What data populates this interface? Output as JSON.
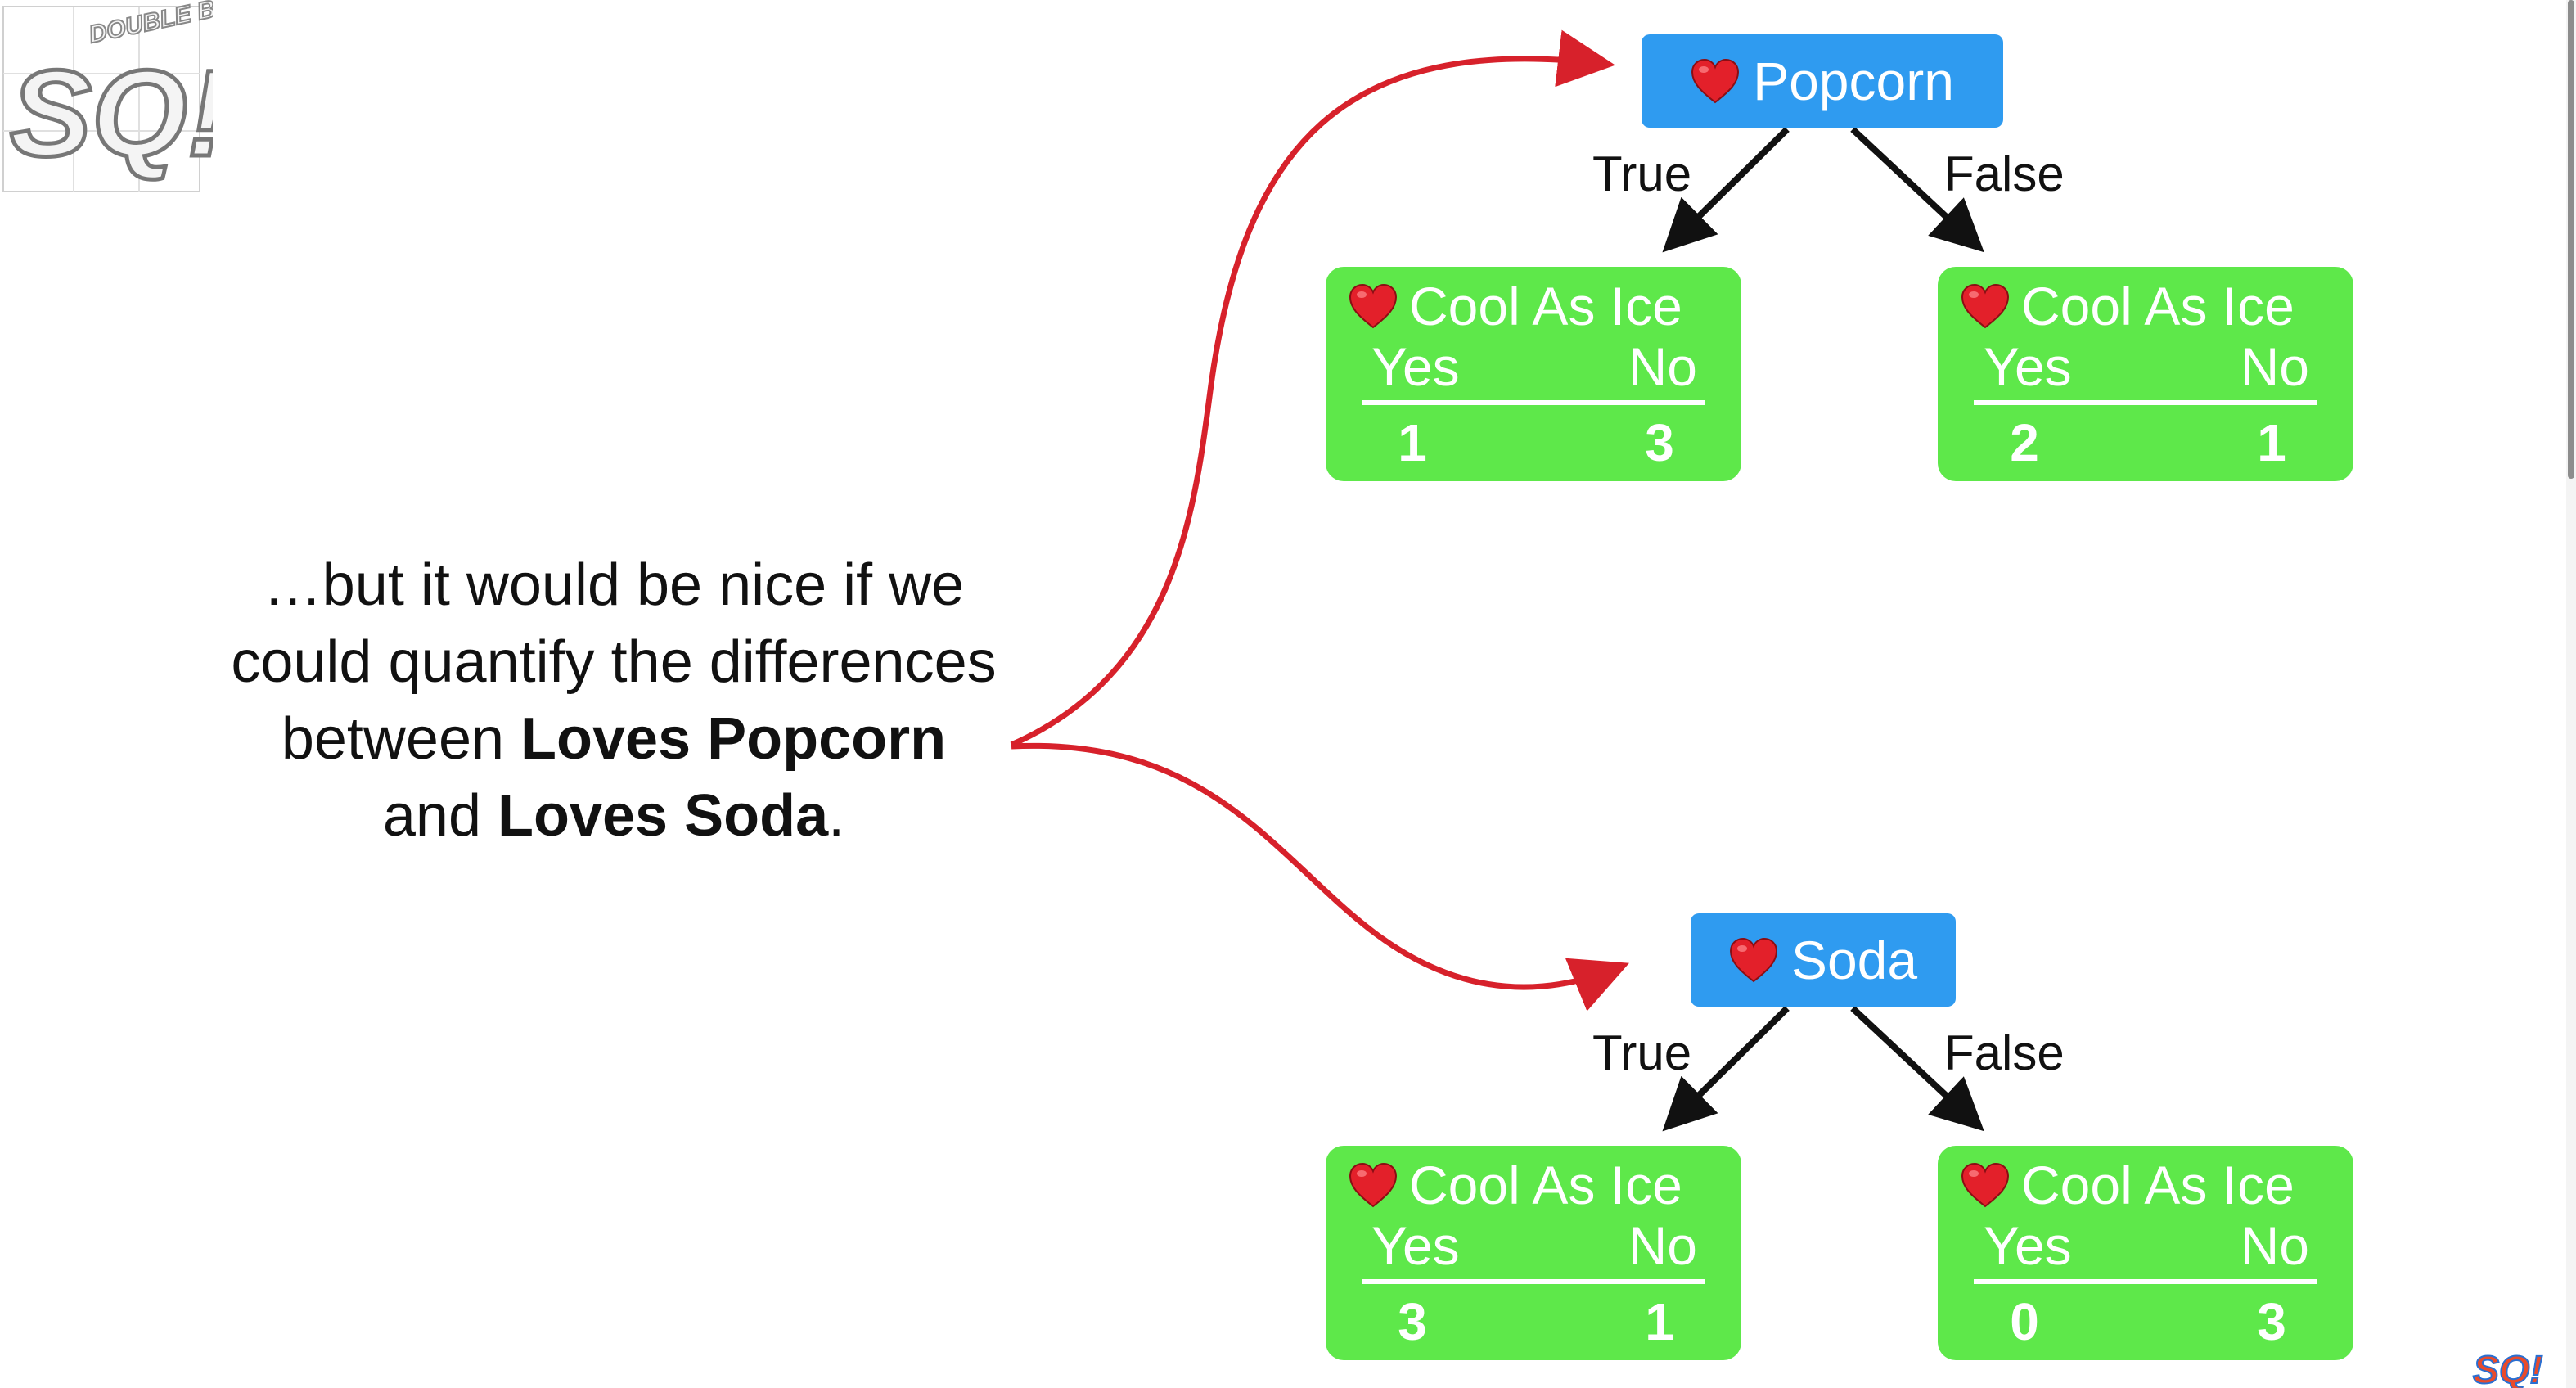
{
  "caption": {
    "line1": "…but it would be nice if we",
    "line2": "could quantify the differences",
    "line3_pre": "between ",
    "line3_bold": "Loves Popcorn",
    "line4_pre": "and ",
    "line4_bold": "Loves Soda",
    "line4_post": "."
  },
  "trees": [
    {
      "root_label": "Popcorn",
      "true_label": "True",
      "false_label": "False",
      "left_leaf": {
        "title": "Cool As Ice",
        "yes_label": "Yes",
        "no_label": "No",
        "yes_value": "1",
        "no_value": "3"
      },
      "right_leaf": {
        "title": "Cool As Ice",
        "yes_label": "Yes",
        "no_label": "No",
        "yes_value": "2",
        "no_value": "1"
      }
    },
    {
      "root_label": "Soda",
      "true_label": "True",
      "false_label": "False",
      "left_leaf": {
        "title": "Cool As Ice",
        "yes_label": "Yes",
        "no_label": "No",
        "yes_value": "3",
        "no_value": "1"
      },
      "right_leaf": {
        "title": "Cool As Ice",
        "yes_label": "Yes",
        "no_label": "No",
        "yes_value": "0",
        "no_value": "3"
      }
    }
  ],
  "logo": {
    "main_text": "SQ!",
    "badge_text": "DOUBLE BAM!!!",
    "mini_text": "SQ!"
  },
  "colors": {
    "root_blue": "#2f9bf0",
    "leaf_green": "#5ee84a",
    "arrow_red": "#d7212b",
    "heart_red": "#e3202a"
  }
}
